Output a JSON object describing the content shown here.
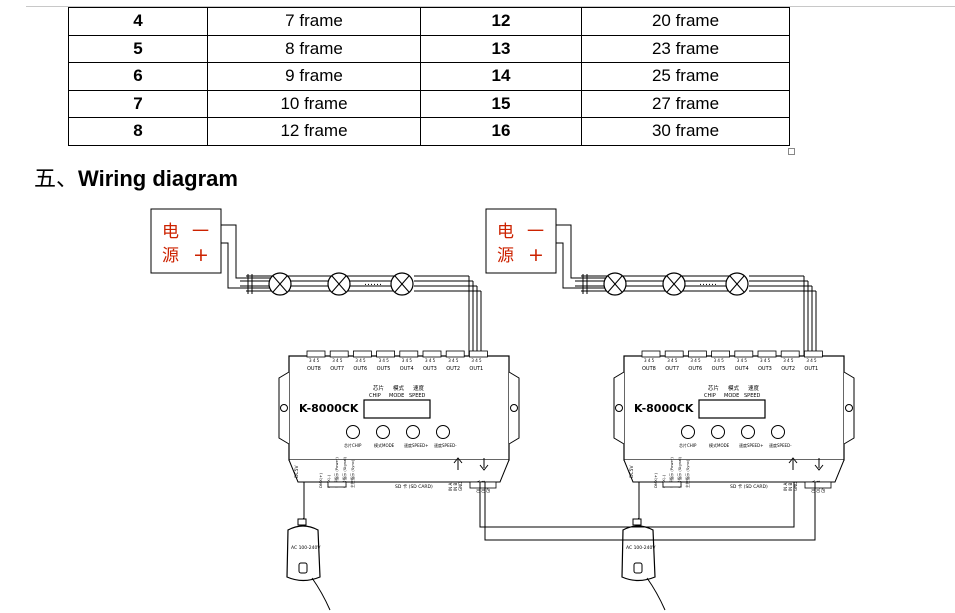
{
  "frame_table": {
    "rows": [
      {
        "mode_a": "4",
        "frames_a": "7 frame",
        "mode_b": "12",
        "frames_b": "20 frame"
      },
      {
        "mode_a": "5",
        "frames_a": "8 frame",
        "mode_b": "13",
        "frames_b": "23 frame"
      },
      {
        "mode_a": "6",
        "frames_a": "9 frame",
        "mode_b": "14",
        "frames_b": "25 frame"
      },
      {
        "mode_a": "7",
        "frames_a": "10 frame",
        "mode_b": "15",
        "frames_b": "27 frame"
      },
      {
        "mode_a": "8",
        "frames_a": "12 frame",
        "mode_b": "16",
        "frames_b": "30 frame"
      }
    ]
  },
  "section": {
    "prefix": "五、",
    "title": "Wiring diagram"
  },
  "diagram": {
    "power_box": {
      "label_line1": "电",
      "label_line2": "源",
      "minus": "一",
      "plus": "+"
    },
    "ellipsis": "……",
    "controller": {
      "model": "K-8000CK",
      "outputs": [
        "OUT8",
        "OUT7",
        "OUT6",
        "OUT5",
        "OUT4",
        "OUT3",
        "OUT2",
        "OUT1"
      ],
      "pin_labels": "3 4 5",
      "display_labels": [
        {
          "cn": "芯片",
          "en": "CHIP"
        },
        {
          "cn": "模式",
          "en": "MODE"
        },
        {
          "cn": "速度",
          "en": "SPEED"
        }
      ],
      "buttons": [
        "芯片CHIP",
        "模式MODE",
        "速度SPEED+",
        "速度SPEED-"
      ],
      "sd_label": "SD 卡 (SD CARD)",
      "dc_label": "DC5V",
      "bottom_small_labels": [
        "DMX(+)",
        "DMX(-)",
        "电源指示 (Power)",
        "信号指示 (Signal)",
        "主控指示 (Sync)"
      ],
      "sync_in_labels": [
        "IN A",
        "IN B",
        "GND"
      ],
      "sync_out_labels": [
        "OUT A",
        "OUT B",
        "GND"
      ]
    },
    "adapter_label": "AC 100-240V"
  },
  "colors": {
    "line": "#000000",
    "power_text": "#cc2200",
    "table_border": "#000000"
  }
}
